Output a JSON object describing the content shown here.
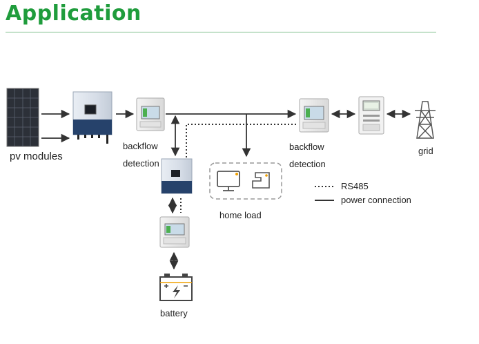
{
  "title": "Application",
  "labels": {
    "pv_modules": "pv modules",
    "backflow_detection_1": [
      "backflow",
      "detection"
    ],
    "backflow_detection_2": [
      "backflow",
      "detection"
    ],
    "home_load": "home load",
    "battery": "battery",
    "grid": "grid"
  },
  "legend": {
    "rs485": "RS485",
    "power": "power connection"
  },
  "colors": {
    "title_green": "#1f9c3c",
    "inverter_navy": "#26426b",
    "meter_green": "#4caf50",
    "line": "#333333"
  }
}
